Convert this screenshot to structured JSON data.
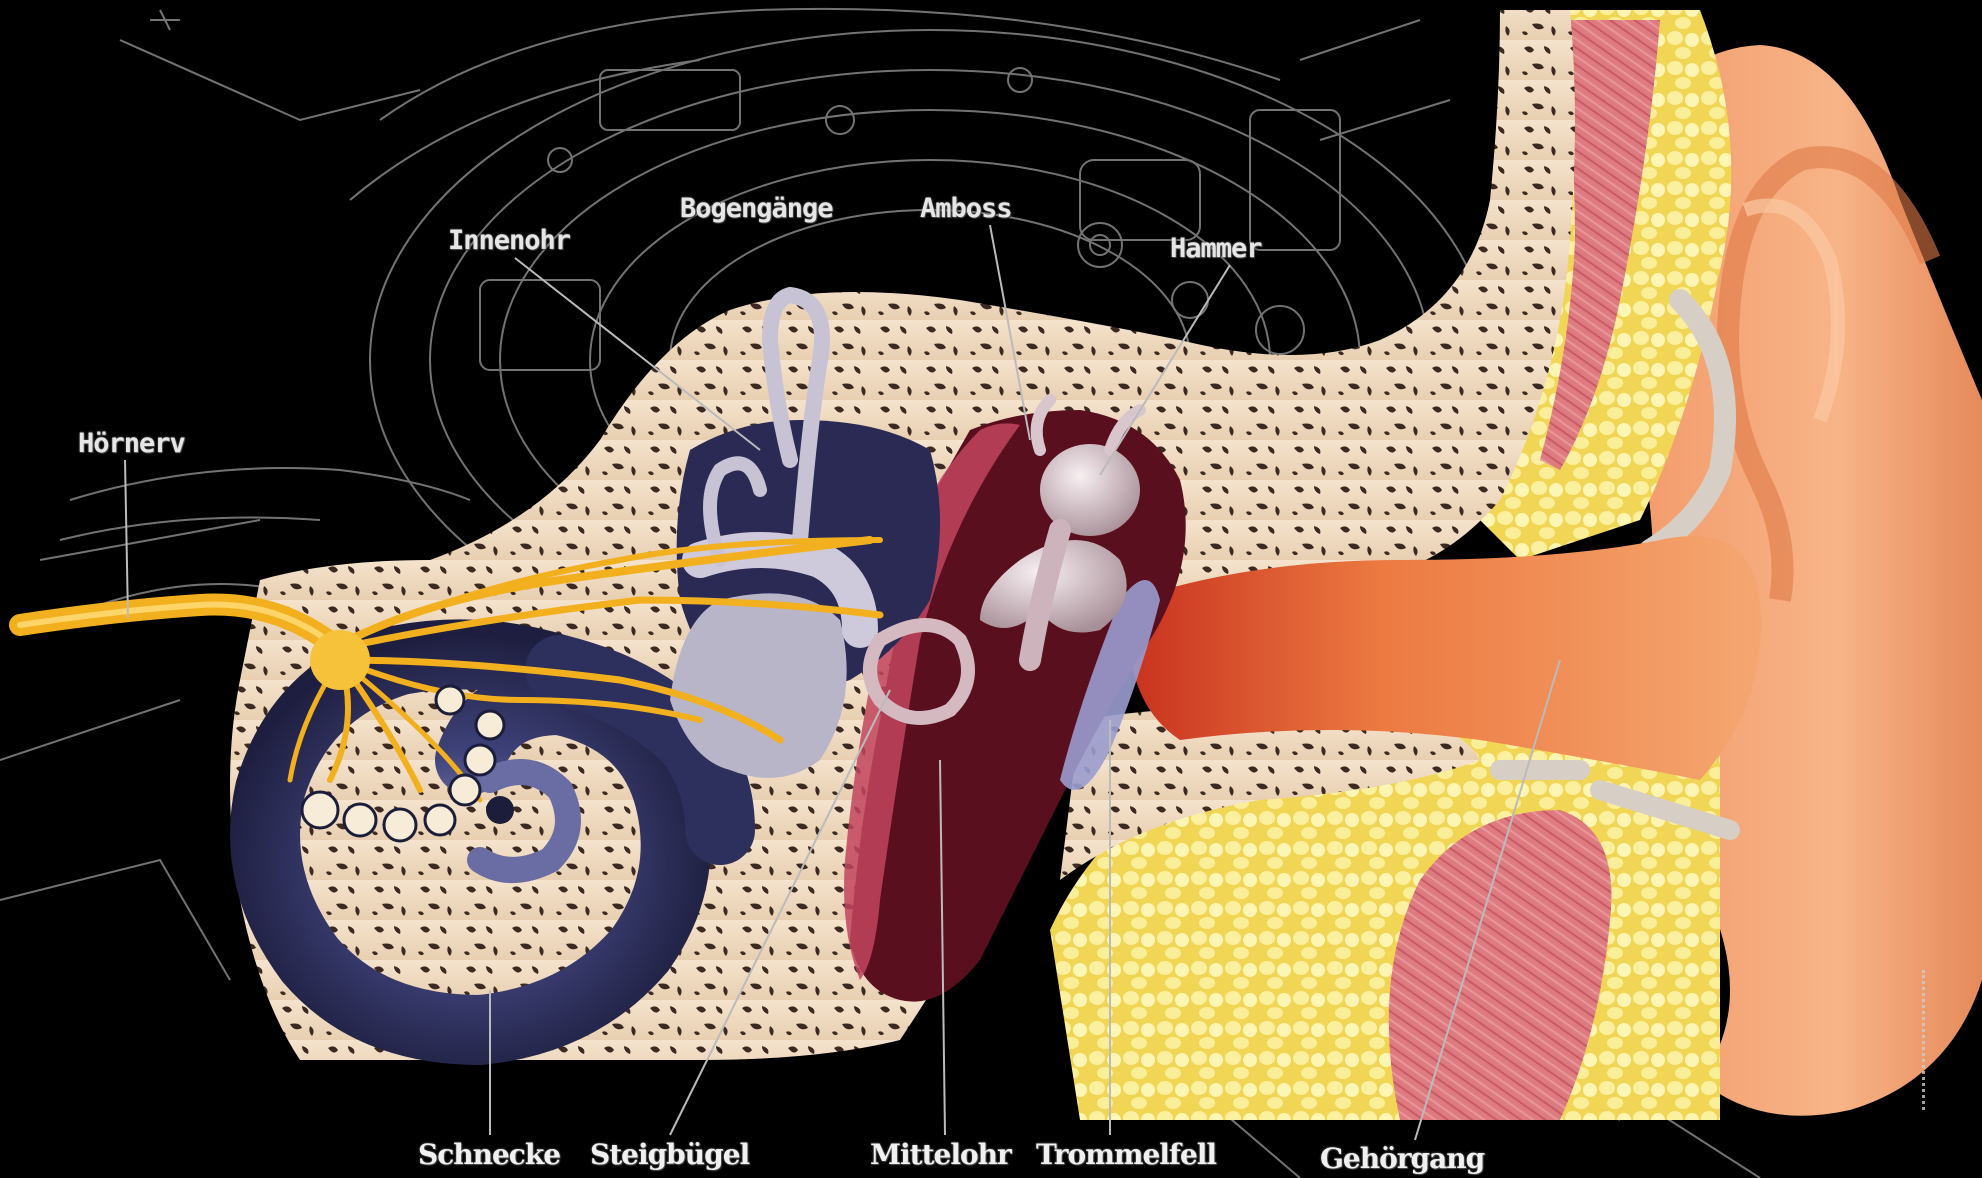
{
  "labels": {
    "hoernerv": "Hörnerv",
    "innenohr": "Innenohr",
    "bogengaenge": "Bogengänge",
    "amboss": "Amboss",
    "hammer": "Hammer",
    "schnecke": "Schnecke",
    "steigbuegel": "Steigbügel",
    "mittelohr": "Mittelohr",
    "trommelfell": "Trommelfell",
    "gehoergang": "Gehörgang"
  },
  "colors": {
    "background": "#000000",
    "bone": "#efd8bd",
    "bone_pores": "#3c2a22",
    "cochlea": "#3b3d70",
    "nerve": "#f2b01e",
    "canal_skin": "#e97840",
    "fat": "#f3e36a",
    "muscle": "#d9707a",
    "ossicles": "#d8c6c8",
    "cavity": "#5a0f1e",
    "leader_lines": "#bbbbbb"
  },
  "icons": {
    "background": "technical-line-drawing",
    "watermark": "vertical-signature-mark"
  }
}
